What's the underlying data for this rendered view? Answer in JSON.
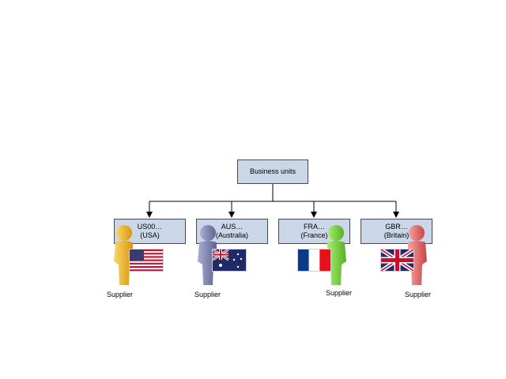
{
  "root": {
    "label": "Business units"
  },
  "units": [
    {
      "name": "US00…",
      "country": "(USA)",
      "role": "Supplier",
      "person_color": "#f2c22f"
    },
    {
      "name": "AUS…",
      "country": "(Australia)",
      "role": "Supplier",
      "person_color": "#8a8fb8"
    },
    {
      "name": "FRA…",
      "country": "(France)",
      "role": "Supplier",
      "person_color": "#7fd14a"
    },
    {
      "name": "GBR…",
      "country": "(Britain)",
      "role": "Supplier",
      "person_color": "#e47a7a"
    }
  ],
  "colors": {
    "box_fill": "#c9d7e8",
    "connector": "#000000"
  }
}
